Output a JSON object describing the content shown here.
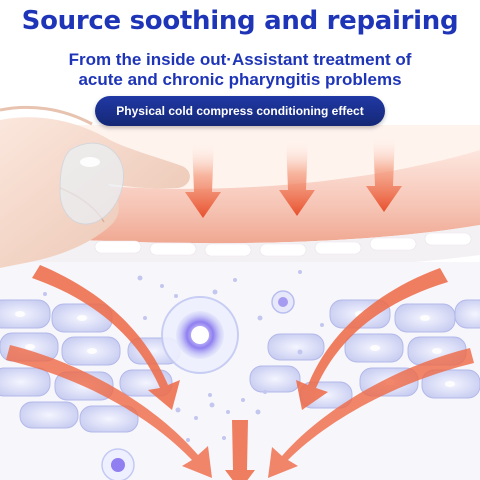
{
  "headline": "Source soothing and repairing",
  "subheadline": {
    "line1": "From the inside out·Assistant treatment of",
    "line2": "acute and chronic pharyngitis problems"
  },
  "badge": "Physical cold compress conditioning effect",
  "colors": {
    "title_blue": "#1f35b8",
    "badge_navy": "#1a2e8c",
    "arrow_orange": "#ec5a3a",
    "tissue_pink": "#f5c8bb",
    "cell_lavender": "#c9cdf3"
  },
  "icons": [
    "hand-image",
    "gel-patch-image",
    "tissue-layer-illustration",
    "cell-layer-illustration",
    "arrow-icon"
  ]
}
